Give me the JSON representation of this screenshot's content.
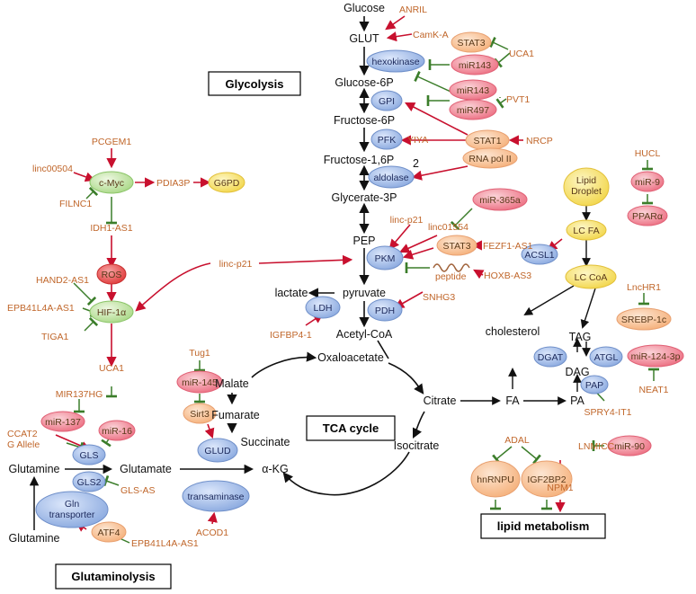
{
  "titles": {
    "glycolysis": "Glycolysis",
    "tca": "TCA cycle",
    "glutaminolysis": "Glutaminolysis",
    "lipid": "lipid metabolism"
  },
  "metabolites": {
    "glucose": "Glucose",
    "glut": "GLUT",
    "glucose6p": "Glucose-6P",
    "fructose6p": "Fructose-6P",
    "fructose16p": "Fructose-1,6P",
    "fructose16p_sub": "2",
    "glycerate3p": "Glycerate-3P",
    "pep": "PEP",
    "pyruvate": "pyruvate",
    "lactate": "lactate",
    "acetylcoa": "Acetyl-CoA",
    "oxaloacetate": "Oxaloacetate",
    "citrate": "Citrate",
    "isocitrate": "Isocitrate",
    "akg": "α-KG",
    "succinate": "Succinate",
    "fumarate": "Fumarate",
    "malate": "Malate",
    "glutamine_left": "Glutamine",
    "glutamate": "Glutamate",
    "glutamine_bottom": "Glutamine",
    "fa": "FA",
    "pa": "PA",
    "dag": "DAG",
    "tag": "TAG",
    "cholesterol": "cholesterol"
  },
  "enzymes": {
    "hexokinase": "hexokinase",
    "gpi": "GPI",
    "pfk": "PFK",
    "aldolase": "aldolase",
    "pkm": "PKM",
    "pdh": "PDH",
    "ldh": "LDH",
    "gls": "GLS",
    "gls2": "GLS2",
    "glud": "GLUD",
    "transaminase": "transaminase",
    "gln_transporter_1": "Gln",
    "gln_transporter_2": "transporter",
    "dgat": "DGAT",
    "atgl": "ATGL",
    "pap": "PAP",
    "acsl1": "ACSL1",
    "lc_coa": "LC CoA",
    "lc_fa": "LC FA",
    "lipid_droplet_1": "Lipid",
    "lipid_droplet_2": "Droplet",
    "g6pd": "G6PD",
    "npm1": "NPM1"
  },
  "nodes": {
    "stat3_top": "STAT3",
    "mir143_a": "miR143",
    "mir143_b": "miR143",
    "mir497": "miR497",
    "stat1": "STAT1",
    "rnapol2": "RNA pol II",
    "mir365a": "miR-365a",
    "stat3_mid": "STAT3",
    "cmyc": "c-Myc",
    "ros": "ROS",
    "hif1a": "HIF-1α",
    "mir137": "miR-137",
    "mir16": "miR-16",
    "mir145": "miR-145",
    "sirt3": "Sirt3",
    "atf4": "ATF4",
    "mir9": "miR-9",
    "ppara": "PPARα",
    "srebp1c": "SREBP-1c",
    "mir1243p": "miR-124-3p",
    "hnrnpu": "hnRNPU",
    "igf2bp2": "IGF2BP2",
    "mir90": "miR-90"
  },
  "regulators": {
    "anril": "ANRIL",
    "camka": "CamK-A",
    "uca1_top": "UCA1",
    "pvt1": "PVT1",
    "yiya": "YIYA",
    "nrcp": "NRCP",
    "pcgem1": "PCGEM1",
    "linc00504": "linc00504",
    "pdia3p": "PDIA3P",
    "filnc1": "FILNC1",
    "idh1as1": "IDH1-AS1",
    "hand2as1": "HAND2-AS1",
    "epb41l4aas1_left": "EPB41L4A-AS1",
    "tiga1": "TIGA1",
    "lincp21_mid": "linc-p21",
    "lincp21_top": "linc-p21",
    "linc01554": "linc01554",
    "fezf1as1": "FEZF1-AS1",
    "peptide": "peptide",
    "hoxbas3": "HOXB-AS3",
    "snhg3": "SNHG3",
    "igfbp41": "IGFBP4-1",
    "uca1_mid": "UCA1",
    "mir137hg": "MIR137HG",
    "ccat2_1": "CCAT2",
    "ccat2_2": "G Allele",
    "glsas": "GLS-AS",
    "tug1": "Tug1",
    "acod1": "ACOD1",
    "epb41l4aas1_bottom": "EPB41L4A-AS1",
    "hucl": "HUCL",
    "lnchr1": "LncHR1",
    "neat1": "NEAT1",
    "spry4it1": "SPRY4-IT1",
    "adal": "ADAL",
    "lnmicc": "LNMICC"
  },
  "colors": {
    "activate": "#c8102e",
    "inhibit": "#3b7d2a",
    "flow": "#111111",
    "enzyme": "#9db8e6",
    "pink": "#f08a98",
    "peach": "#f8c49a",
    "green": "#c8e6a8",
    "yellow": "#f5e06a"
  }
}
